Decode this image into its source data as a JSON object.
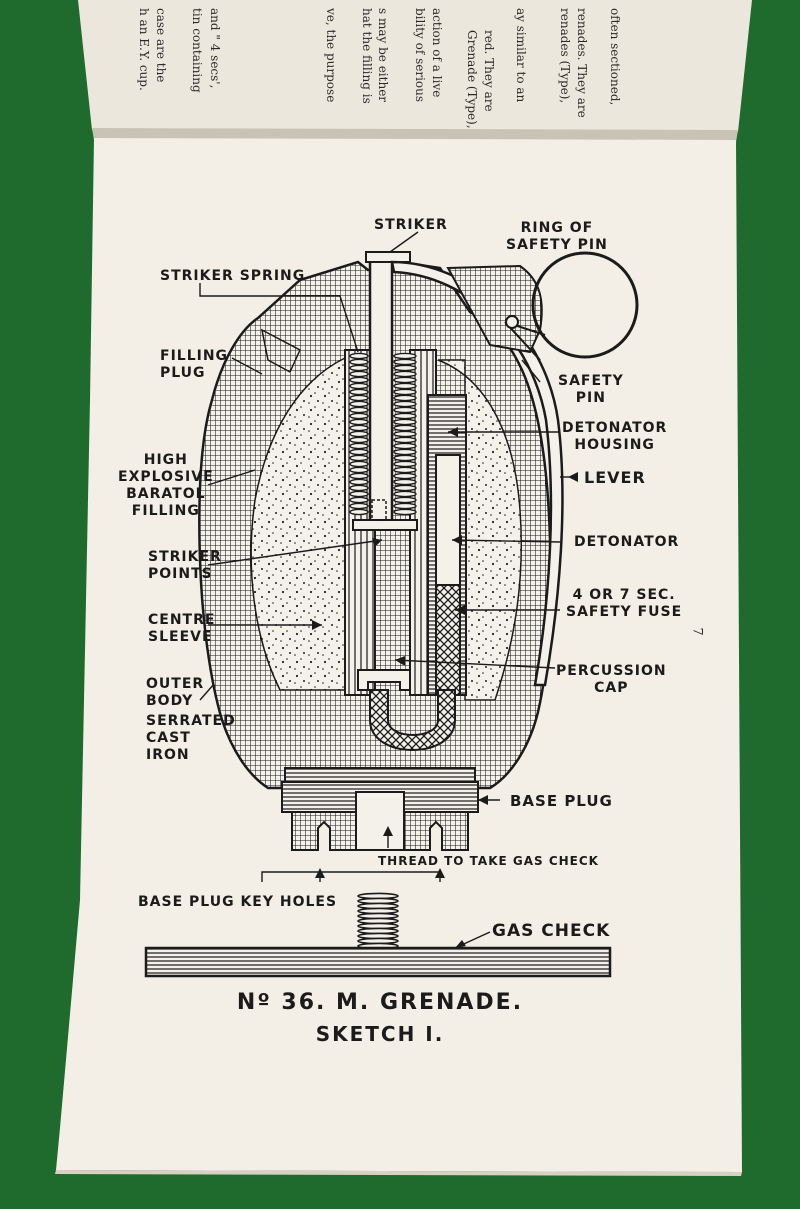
{
  "previous_page": {
    "lines": [
      "often sectioned,",
      "renades.  They are",
      "renades (Type),",
      "ay similar to an",
      "red.  They are",
      "Grenade (Type),",
      "action of a live",
      "bility of serious",
      "s may be either",
      "hat the filling is",
      "ve, the purpose",
      "and \" 4 secs',",
      "tin containing",
      "case are the",
      "h an E.Y. cup."
    ]
  },
  "diagram": {
    "labels": {
      "striker": "STRIKER",
      "ring_of_safety_pin": [
        "RING OF",
        "SAFETY PIN"
      ],
      "striker_spring": "STRIKER SPRING",
      "filling_plug": [
        "FILLING",
        "PLUG"
      ],
      "safety_pin": [
        "SAFETY",
        "PIN"
      ],
      "detonator_housing": [
        "DETONATOR",
        "HOUSING"
      ],
      "high_explosive": [
        "HIGH",
        "EXPLOSIVE",
        "BARATOL",
        "FILLING"
      ],
      "lever": "LEVER",
      "detonator": "DETONATOR",
      "striker_points": [
        "STRIKER",
        "POINTS"
      ],
      "fuse": [
        "4 OR 7 SEC.",
        "SAFETY FUSE"
      ],
      "centre_sleeve": [
        "CENTRE",
        "SLEEVE"
      ],
      "percussion_cap": [
        "PERCUSSION",
        "CAP"
      ],
      "outer_body": [
        "OUTER",
        "BODY"
      ],
      "serrated": [
        "SERRATED",
        "CAST",
        "IRON"
      ],
      "base_plug": "BASE PLUG",
      "thread": "THREAD TO TAKE GAS CHECK",
      "key_holes": "BASE PLUG KEY HOLES",
      "gas_check": "GAS CHECK"
    },
    "title": "Nº 36. M. GRENADE.",
    "subtitle": "SKETCH I."
  },
  "page_number": "7",
  "colors": {
    "background": "#1f6b2e",
    "paper": "#f3efe6",
    "ink": "#1b1b1b"
  }
}
